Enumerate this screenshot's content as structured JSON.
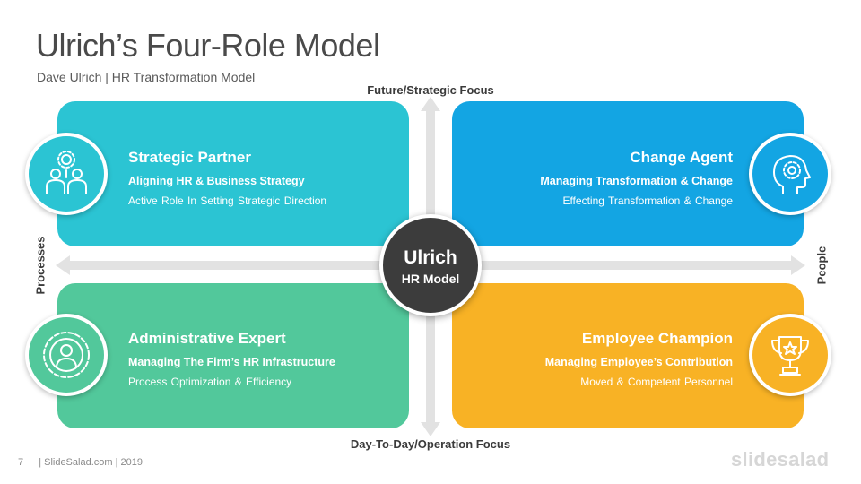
{
  "slide": {
    "title": "Ulrich’s Four-Role Model",
    "subtitle": "Dave Ulrich | HR Transformation Model"
  },
  "axes": {
    "top": "Future/Strategic Focus",
    "bottom": "Day-To-Day/Operation Focus",
    "left": "Processes",
    "right": "People"
  },
  "center": {
    "title": "Ulrich",
    "subtitle": "HR Model"
  },
  "roles": [
    {
      "title": "Strategic Partner",
      "subtitle": "Aligning HR & Business Strategy",
      "description": "Active Role In Setting Strategic Direction",
      "color": "#2bc4d3",
      "icon": "team-gear-icon"
    },
    {
      "title": "Change Agent",
      "subtitle": "Managing Transformation & Change",
      "description": "Effecting Transformation  & Change",
      "color": "#13a5e3",
      "icon": "head-gear-icon"
    },
    {
      "title": "Administrative Expert",
      "subtitle": "Managing The Firm’s HR Infrastructure",
      "description": "Process Optimization  & Efficiency",
      "color": "#52c89b",
      "icon": "person-gear-icon"
    },
    {
      "title": "Employee Champion",
      "subtitle": "Managing Employee’s Contribution",
      "description": "Moved & Competent  Personnel",
      "color": "#f8b225",
      "icon": "trophy-icon"
    }
  ],
  "footer": {
    "page_number": "7",
    "credit": "| SlideSalad.com | 2019",
    "brand": "slidesalad"
  }
}
